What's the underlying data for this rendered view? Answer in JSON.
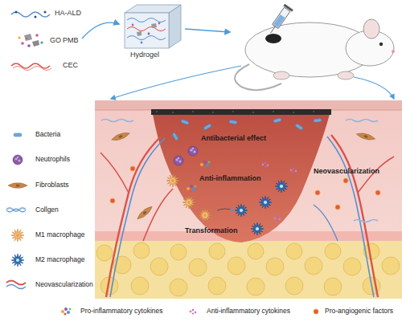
{
  "diagram": {
    "nodes": [
      {
        "text": [
          "Hydrogel"
        ]
      },
      {
        "text": [
          "Antibacterial effect",
          "Anti-inflammation",
          "Transformation",
          "Neovascularization"
        ]
      }
    ],
    "labels": [
      "HA-ALD",
      "GO",
      "PMB",
      "CEC"
    ],
    "legend": [
      {
        "text": "Bacteria"
      },
      {
        "text": "Neutrophils"
      },
      {
        "text": "Fibroblasts"
      },
      {
        "text": "Collgen"
      },
      {
        "text": "M1 macrophage"
      },
      {
        "text": "M2 macrophage"
      },
      {
        "text": "Neovascularization"
      },
      {
        "text": "Pro-inflammatory cytokines"
      },
      {
        "text": "Anti-inflammatory cytokines"
      },
      {
        "text": "Pro-angiogenic factors"
      }
    ]
  }
}
